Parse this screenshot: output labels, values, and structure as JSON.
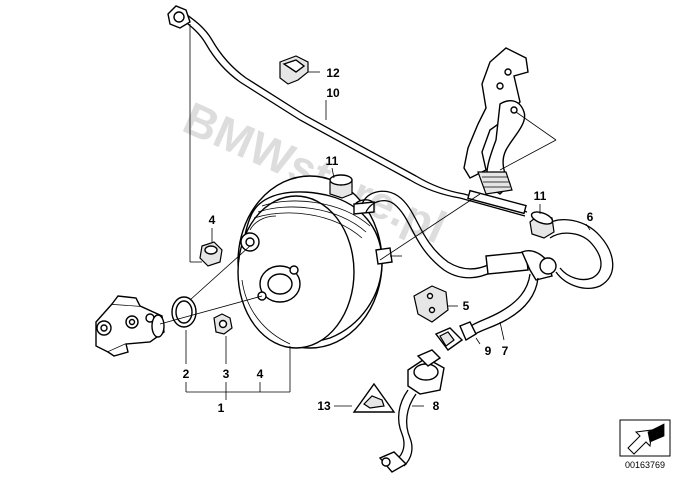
{
  "labels": {
    "l1": "1",
    "l2": "2",
    "l3": "3",
    "l4a": "4",
    "l4b": "4",
    "l5": "5",
    "l6": "6",
    "l7": "7",
    "l8": "8",
    "l9": "9",
    "l10": "10",
    "l11a": "11",
    "l11b": "11",
    "l12": "12",
    "l13": "13"
  },
  "watermark": "BMWstore.pl",
  "footer": {
    "diagram_number": "00163769"
  }
}
